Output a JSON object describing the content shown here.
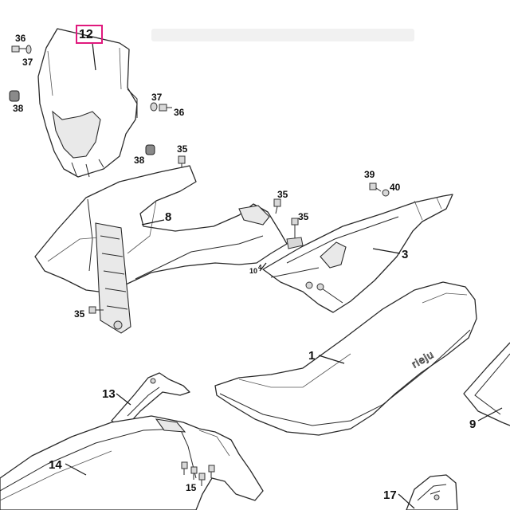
{
  "diagram": {
    "highlighted_callout": "12",
    "highlight_color": "#e0197d",
    "seat_logo_text": "rieju",
    "callouts": {
      "c12": "12",
      "c36a": "36",
      "c37a": "37",
      "c38a": "38",
      "c37b": "37",
      "c36b": "36",
      "c35a": "35",
      "c38b": "38",
      "c8": "8",
      "c35b": "35",
      "c39": "39",
      "c40": "40",
      "c35c": "35",
      "c3": "3",
      "c10": "10",
      "c4": "4",
      "c35d": "35",
      "c1": "1",
      "c13": "13",
      "c9": "9",
      "c14": "14",
      "c15": "15",
      "c17": "17"
    }
  }
}
